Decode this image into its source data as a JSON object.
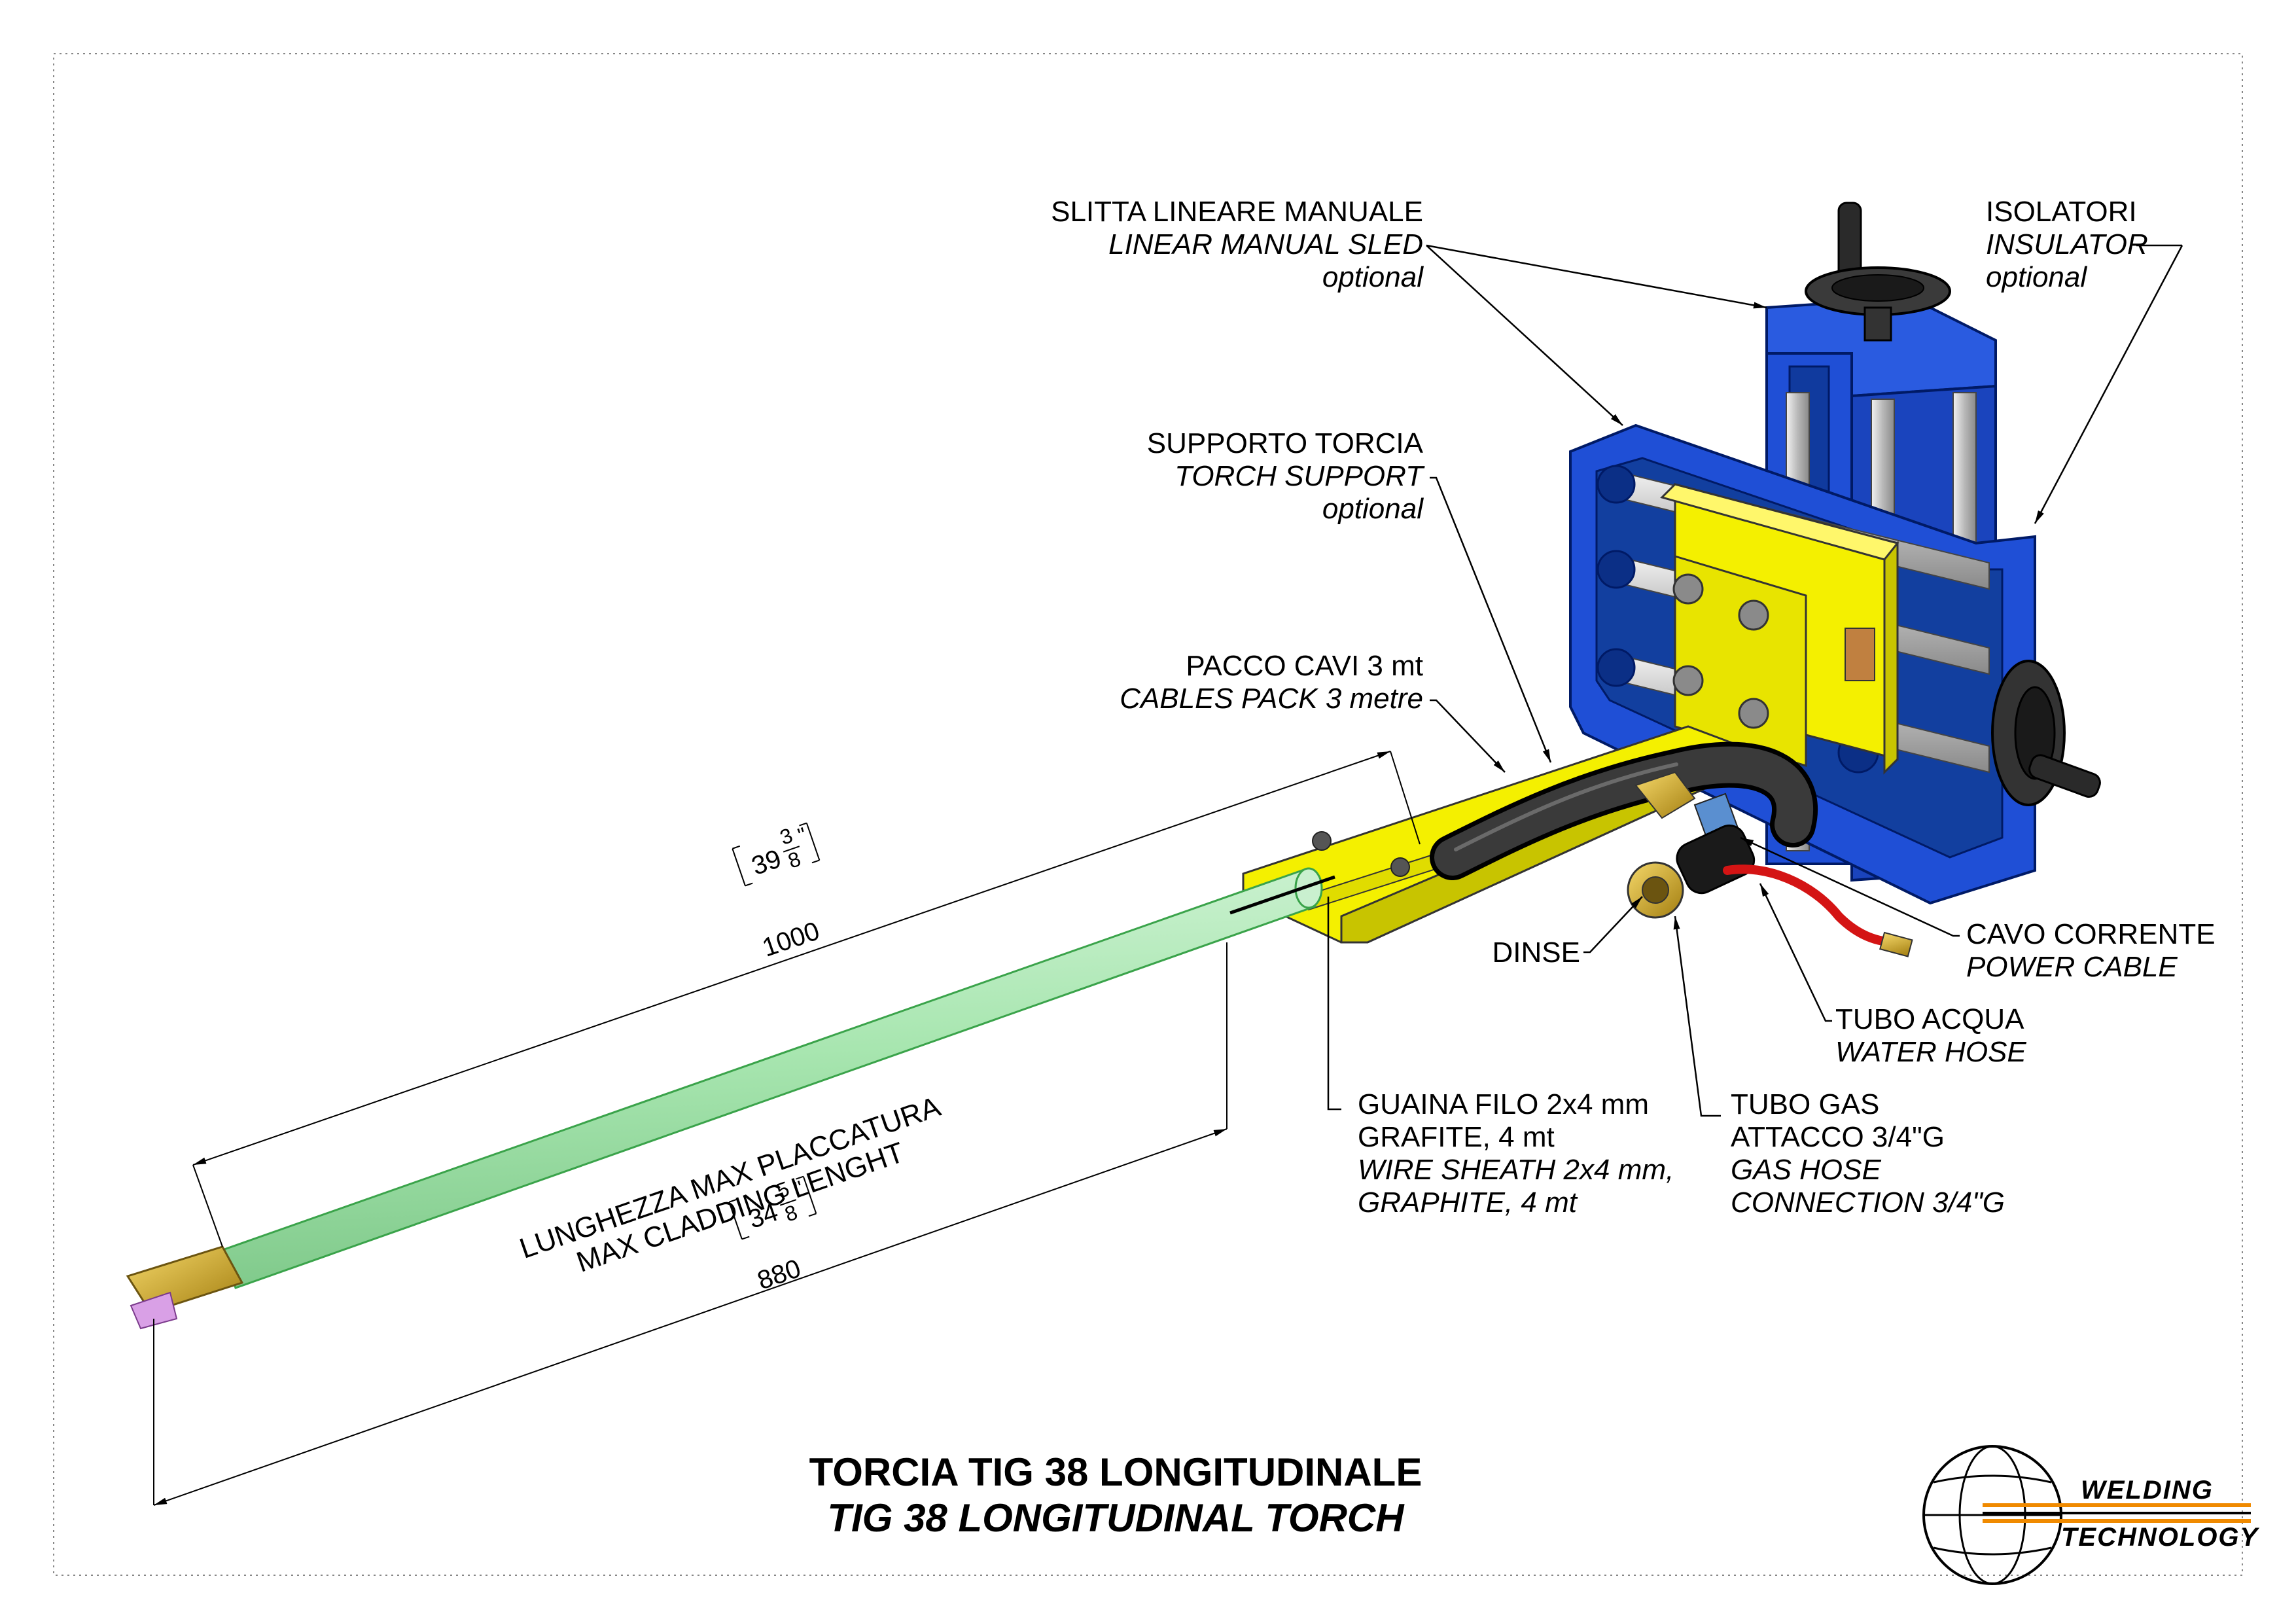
{
  "labels": {
    "sled": {
      "it": "SLITTA LINEARE MANUALE",
      "en": "LINEAR MANUAL SLED",
      "note": "optional"
    },
    "insulator": {
      "it": "ISOLATORI",
      "en": "INSULATOR",
      "note": "optional"
    },
    "torch_support": {
      "it": "SUPPORTO TORCIA",
      "en": "TORCH SUPPORT",
      "note": "optional"
    },
    "cables_pack": {
      "it": "PACCO CAVI 3 mt",
      "en": "CABLES PACK 3 metre"
    },
    "dinse": {
      "it": "DINSE"
    },
    "power_cable": {
      "it": "CAVO CORRENTE",
      "en": "POWER CABLE"
    },
    "water_hose": {
      "it": "TUBO ACQUA",
      "en": "WATER HOSE"
    },
    "wire_sheath": {
      "it1": "GUAINA FILO 2x4 mm",
      "it2": "GRAFITE, 4 mt",
      "en1": "WIRE SHEATH 2x4 mm,",
      "en2": "GRAPHITE, 4 mt"
    },
    "gas_hose": {
      "it1": "TUBO GAS",
      "it2": "ATTACCO 3/4\"G",
      "en1": "GAS HOSE",
      "en2": "CONNECTION 3/4\"G"
    }
  },
  "dimensions": {
    "total": {
      "inch_whole": "39",
      "inch_num": "3",
      "inch_den": "8",
      "inch_mark": "\"",
      "mm": "1000"
    },
    "cladding": {
      "caption_it": "LUNGHEZZA MAX PLACCATURA",
      "caption_en": "MAX CLADDING LENGHT",
      "inch_whole": "34",
      "inch_num": "5",
      "inch_den": "8",
      "inch_mark": "\"",
      "mm": "880"
    }
  },
  "title": {
    "it": "TORCIA TIG 38 LONGITUDINALE",
    "en": "TIG 38 LONGITUDINAL TORCH"
  },
  "logo": {
    "line1": "WELDING",
    "line2": "TECHNOLOGY"
  },
  "colors": {
    "frame_blue": "#1f4fd6",
    "support_yellow": "#f4f000",
    "tube_green": "#a8e6b0",
    "cable_black": "#1a1a1a",
    "hose_red": "#d41414",
    "brass": "#c9a227",
    "logo_orange": "#f08a00"
  }
}
